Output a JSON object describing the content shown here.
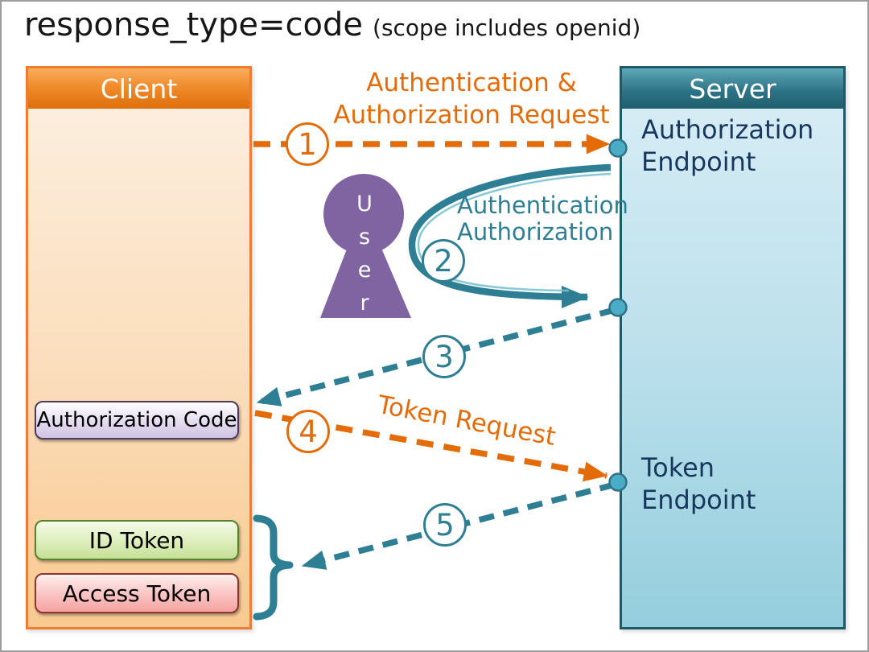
{
  "title": {
    "main": "response_type=code",
    "sub": "(scope includes openid)"
  },
  "client": {
    "label": "Client",
    "authorization_code": "Authorization Code",
    "id_token": "ID Token",
    "access_token": "Access Token"
  },
  "server": {
    "label": "Server",
    "authorization_endpoint": "Authorization\nEndpoint",
    "token_endpoint": "Token\nEndpoint"
  },
  "user": {
    "letters": [
      "U",
      "s",
      "e",
      "r"
    ]
  },
  "flow": {
    "step1": {
      "number": "1",
      "label_line1": "Authentication &",
      "label_line2": "Authorization Request"
    },
    "step2": {
      "number": "2",
      "label_line1": "Authentication",
      "label_line2": "Authorization"
    },
    "step3": {
      "number": "3"
    },
    "step4": {
      "number": "4",
      "label": "Token Request"
    },
    "step5": {
      "number": "5"
    }
  },
  "colors": {
    "orange": "#E36C09",
    "teal": "#2E7F94",
    "navy": "#17375D",
    "purple": "#8064A2",
    "client-border": "#ED7D31",
    "server-border": "#1E5A68",
    "dot-fill": "#4BACC6"
  }
}
